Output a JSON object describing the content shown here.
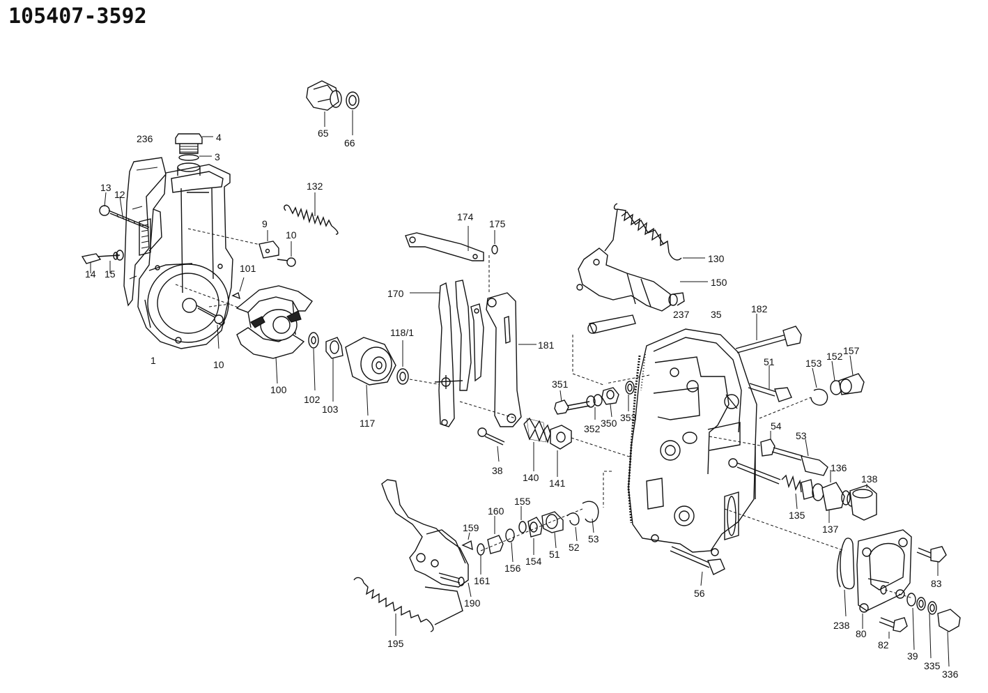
{
  "title": "105407-3592",
  "parts": {
    "p4": "4",
    "p3": "3",
    "p236": "236",
    "p13": "13",
    "p12": "12",
    "p14": "14",
    "p15": "15",
    "p1": "1",
    "p10a": "10",
    "p10b": "10",
    "p9": "9",
    "p132": "132",
    "p101": "101",
    "p65": "65",
    "p66": "66",
    "p100": "100",
    "p102": "102",
    "p103": "103",
    "p117": "117",
    "p118_1": "118/1",
    "p170": "170",
    "p174": "174",
    "p175": "175",
    "p181": "181",
    "p38": "38",
    "p140": "140",
    "p141": "141",
    "p130": "130",
    "p150": "150",
    "p237": "237",
    "p35": "35",
    "p182": "182",
    "p51a": "51",
    "p153a": "153",
    "p152a": "152",
    "p157": "157",
    "p351": "351",
    "p352": "352",
    "p350": "350",
    "p353": "353",
    "p54": "54",
    "p53a": "53",
    "p136": "136",
    "p138": "138",
    "p135": "135",
    "p137": "137",
    "p159": "159",
    "p160": "160",
    "p155": "155",
    "p161": "161",
    "p156": "156",
    "p154": "154",
    "p51b": "51",
    "p52": "52",
    "p53b": "53",
    "p190": "190",
    "p195": "195",
    "p56": "56",
    "p238": "238",
    "p80": "80",
    "p82": "82",
    "p39": "39",
    "p335": "335",
    "p336": "336",
    "p83": "83"
  }
}
